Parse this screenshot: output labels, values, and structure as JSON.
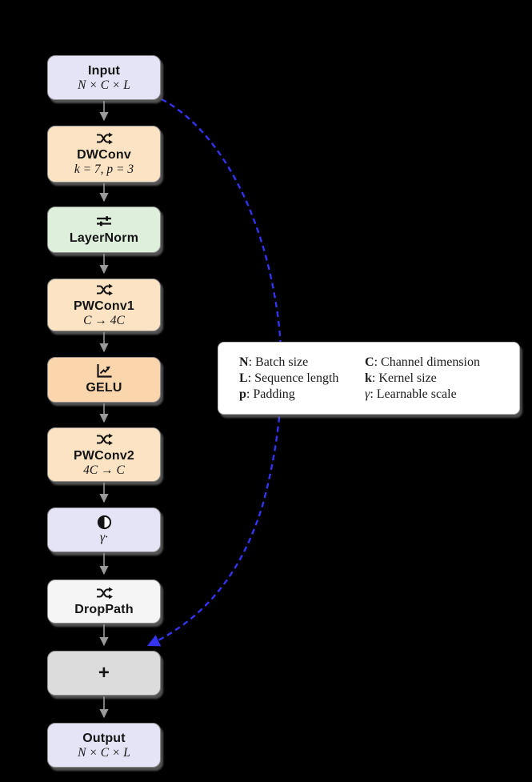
{
  "diagram": {
    "colors": {
      "background": "#000000",
      "node_border": "#8d8d8d",
      "arrow": "#9a9a9a",
      "residual_dashed": "#3434f2",
      "legend_background": "#ffffff"
    },
    "nodes": [
      {
        "id": "input",
        "title": "Input",
        "subtitle": "N × C × L",
        "icon": null,
        "fill": "#e4e4f6"
      },
      {
        "id": "dwconv",
        "title": "DWConv",
        "subtitle": "k = 7, p = 3",
        "icon": "shuffle",
        "fill": "#fce3c4"
      },
      {
        "id": "layernorm",
        "title": "LayerNorm",
        "subtitle": null,
        "icon": "sliders",
        "fill": "#def0dc"
      },
      {
        "id": "pwconv1",
        "title": "PWConv1",
        "subtitle": "C → 4C",
        "icon": "shuffle",
        "fill": "#fce3c4"
      },
      {
        "id": "gelu",
        "title": "GELU",
        "subtitle": null,
        "icon": "chart-line",
        "fill": "#fbd5ac"
      },
      {
        "id": "pwconv2",
        "title": "PWConv2",
        "subtitle": "4C → C",
        "icon": "shuffle",
        "fill": "#fce3c4"
      },
      {
        "id": "scale",
        "title": null,
        "subtitle": "γ·",
        "icon": "half-circle",
        "fill": "#e4e4f6"
      },
      {
        "id": "droppath",
        "title": "DropPath",
        "subtitle": null,
        "icon": "shuffle",
        "fill": "#f5f5f5"
      },
      {
        "id": "add",
        "title": "+",
        "subtitle": null,
        "icon": null,
        "fill": "#dcdcdc"
      },
      {
        "id": "output",
        "title": "Output",
        "subtitle": "N × C × L",
        "icon": null,
        "fill": "#e4e4f6"
      }
    ],
    "legend": {
      "separator": ": ",
      "items": [
        {
          "sym": "N",
          "desc": "Batch size"
        },
        {
          "sym": "L",
          "desc": "Sequence length"
        },
        {
          "sym": "p",
          "desc": "Padding"
        },
        {
          "sym": "C",
          "desc": "Channel dimension"
        },
        {
          "sym": "k",
          "desc": "Kernel size"
        },
        {
          "sym": "γ",
          "desc": "Learnable scale"
        }
      ]
    }
  }
}
